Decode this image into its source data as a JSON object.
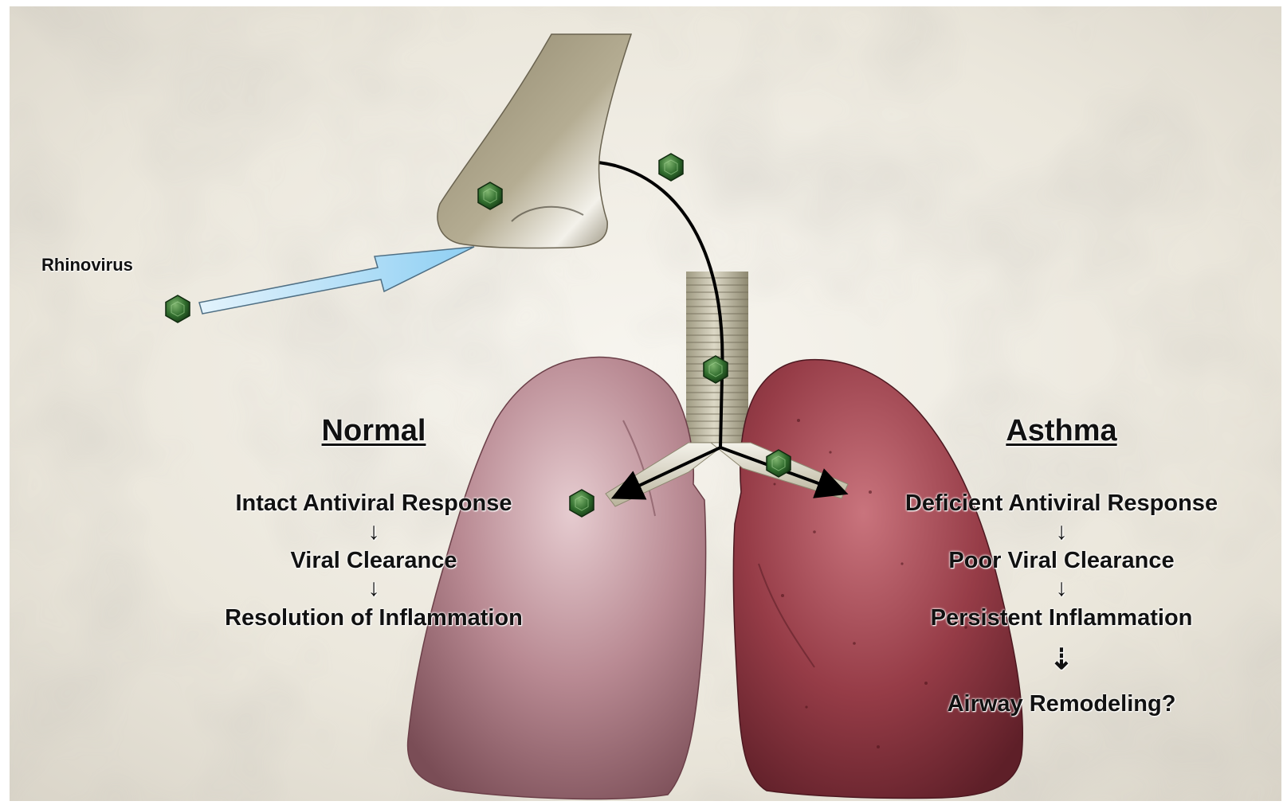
{
  "labels": {
    "rhinovirus": "Rhinovirus"
  },
  "normal": {
    "heading": "Normal",
    "steps": [
      "Intact Antiviral Response",
      "Viral Clearance",
      "Resolution of Inflammation"
    ],
    "arrows": [
      "↓",
      "↓"
    ]
  },
  "asthma": {
    "heading": "Asthma",
    "steps": [
      "Deficient Antiviral Response",
      "Poor Viral Clearance",
      "Persistent Inflammation",
      "Airway Remodeling?"
    ],
    "arrows": [
      "↓",
      "↓",
      "⇣"
    ]
  },
  "colors": {
    "background": "#ece8df",
    "virus": "#2f6b2c",
    "normal_lung": "#b88a92",
    "asthma_lung": "#963c47",
    "nose": "#9b9278",
    "trachea": "#b7b29a",
    "inhale_arrow": "#a9d8f5"
  },
  "icons": [
    "rhinovirus-particle-icon",
    "nose-icon",
    "trachea-icon",
    "lung-icon"
  ]
}
